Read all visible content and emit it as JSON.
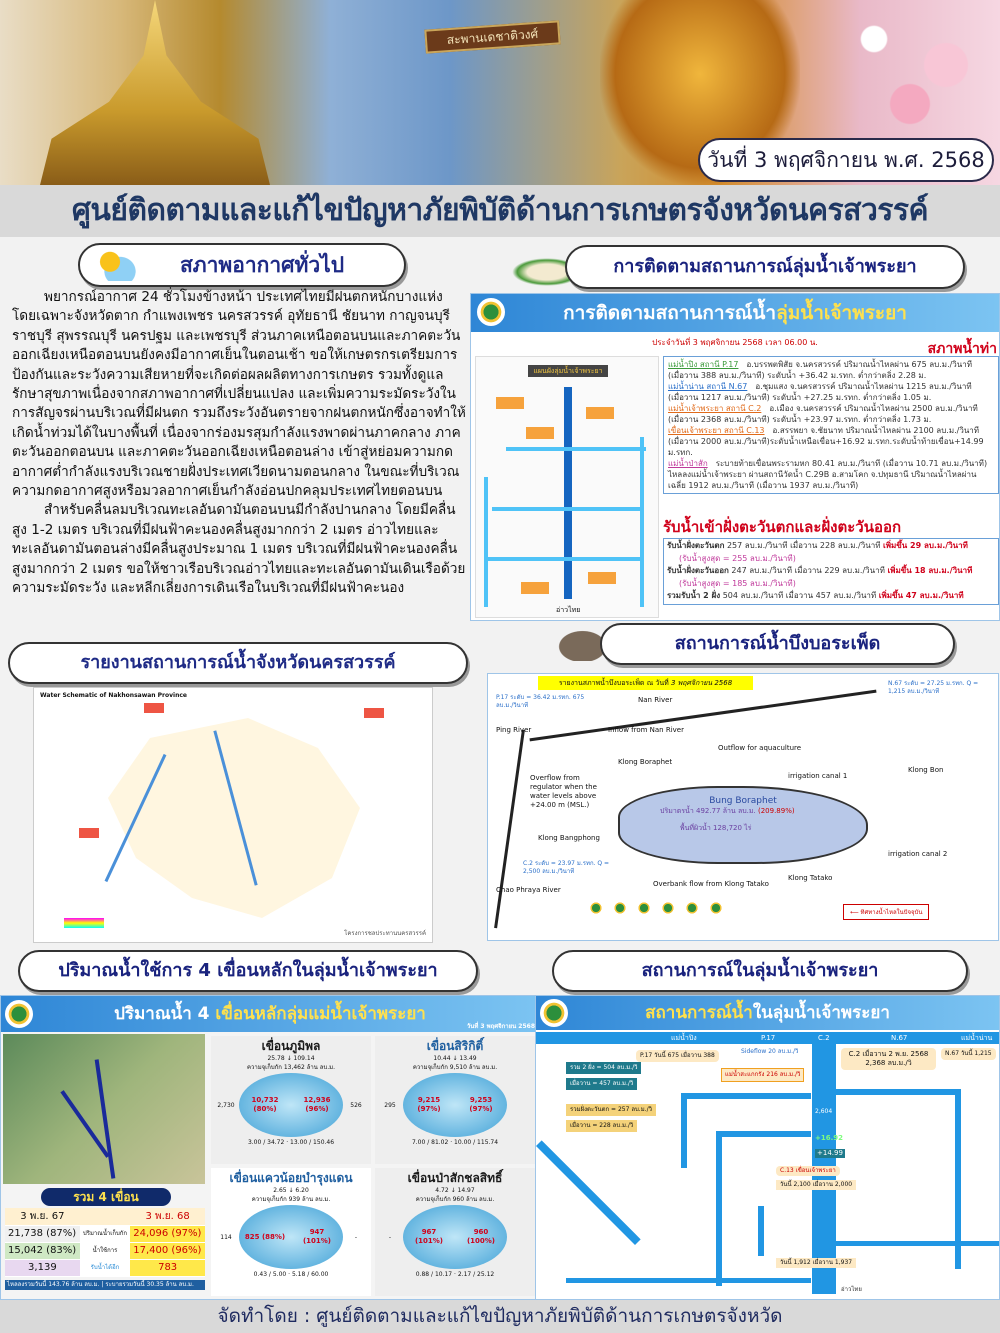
{
  "header": {
    "banner_sign": "สะพานเดชาติวงศ์",
    "date": "วันที่ 3 พฤศจิกายน พ.ศ. 2568",
    "title": "ศูนย์ติดตามและแก้ไขปัญหาภัยพิบัติด้านการเกษตรจังหวัดนครสวรรค์"
  },
  "weather": {
    "heading": "สภาพอากาศทั่วไป",
    "icon": "sun-cloud-icon",
    "paragraph1": "พยากรณ์อากาศ 24 ชั่วโมงข้างหน้า ประเทศไทยมีฝนตกหนักบางแห่ง โดยเฉพาะจังหวัดตาก กำแพงเพชร นครสวรรค์ อุทัยธานี ชัยนาท กาญจนบุรี ราชบุรี สุพรรณบุรี นครปฐม และเพชรบุรี ส่วนภาคเหนือตอนบนและภาคตะวันออกเฉียงเหนือตอนบนยังคงมีอากาศเย็นในตอนเช้า ขอให้เกษตรกรเตรียมการป้องกันและระวังความเสียหายที่จะเกิดต่อผลผลิตทางการเกษตร รวมทั้งดูแลรักษาสุขภาพเนื่องจากสภาพอากาศที่เปลี่ยนแปลง และเพิ่มความระมัดระวังในการสัญจรผ่านบริเวณที่มีฝนตก รวมถึงระวังอันตรายจากฝนตกหนักซึ่งอาจทำให้เกิดน้ำท่วมได้ในบางพื้นที่ เนื่องจากร่องมรสุมกำลังแรงพาดผ่านภาคกลาง ภาคตะวันออกตอนบน และภาคตะวันออกเฉียงเหนือตอนล่าง เข้าสู่หย่อมความกดอากาศต่ำกำลังแรงบริเวณชายฝั่งประเทศเวียดนามตอนกลาง ในขณะที่บริเวณความกดอากาศสูงหรือมวลอากาศเย็นกำลังอ่อนปกคลุมประเทศไทยตอนบน",
    "paragraph2": "สำหรับคลื่นลมบริเวณทะเลอันดามันตอนบนมีกำลังปานกลาง โดยมีคลื่นสูง 1-2 เมตร บริเวณที่มีฝนฟ้าคะนองคลื่นสูงมากกว่า 2 เมตร อ่าวไทยและทะเลอันดามันตอนล่างมีคลื่นสูงประมาณ 1 เมตร บริเวณที่มีฝนฟ้าคะนองคลื่นสูงมากกว่า 2 เมตร ขอให้ชาวเรือบริเวณอ่าวไทยและทะเลอันดามันเดินเรือด้วยความระมัดระวัง และหลีกเลี่ยงการเดินเรือในบริเวณที่มีฝนฟ้าคะนอง"
  },
  "chaophraya_monitor": {
    "heading": "การติดตามสถานการณ์ลุ่มน้ำเจ้าพระยา",
    "panel_title_a": "การติดตามสถานการณ์น้ำ",
    "panel_title_b": "ลุ่มน้ำเจ้าพระยา",
    "date": "ประจำวันที่ 3 พฤศจิกายน 2568 เวลา 06.00 น.",
    "diagram_title": "แผนผังลุ่มน้ำเจ้าพระยา",
    "diagram_bottom": "อ่าวไทย",
    "status_heading": "สภาพน้ำท่า",
    "stations": [
      {
        "name": "แม่น้ำปิง สถานี P.17",
        "line1": "อ.บรรพตพิสัย จ.นครสวรรค์ ปริมาณน้ำไหลผ่าน 675 ลบ.ม./วินาที",
        "line2": "(เมื่อวาน 388 ลบ.ม./วินาที) ระดับน้ำ +36.42 ม.รทก. ต่ำกว่าตลิ่ง 2.28 ม.",
        "color": "#3a9a3a"
      },
      {
        "name": "แม่น้ำน่าน สถานี N.67",
        "line1": "อ.ชุมแสง จ.นครสวรรค์ ปริมาณน้ำไหลผ่าน 1215 ลบ.ม./วินาที",
        "line2": "(เมื่อวาน 1217 ลบ.ม./วินาที) ระดับน้ำ +27.25 ม.รทก. ต่ำกว่าตลิ่ง 1.05 ม.",
        "color": "#2a6fc9"
      },
      {
        "name": "แม่น้ำเจ้าพระยา สถานี C.2",
        "line1": "อ.เมือง จ.นครสวรรค์ ปริมาณน้ำไหลผ่าน 2500 ลบ.ม./วินาที",
        "line2": "(เมื่อวาน 2368 ลบ.ม./วินาที) ระดับน้ำ +23.97 ม.รทก. ต่ำกว่าตลิ่ง 1.73 ม.",
        "color": "#e06a1a"
      },
      {
        "name": "เขื่อนเจ้าพระยา สถานี C.13",
        "line1": "อ.สรรพยา จ.ชัยนาท ปริมาณน้ำไหลผ่าน 2100 ลบ.ม./วินาที",
        "line2": "(เมื่อวาน 2000 ลบ.ม./วินาที)ระดับน้ำเหนือเขื่อน+16.92 ม.รทก.ระดับน้ำท้ายเขื่อน+14.99 ม.รทก.",
        "color": "#e06a1a"
      },
      {
        "name": "แม่น้ำป่าสัก",
        "line1": "ระบายท้ายเขื่อนพระรามหก 80.41 ลบ.ม./วินาที (เมื่อวาน 10.71 ลบ.ม./วินาที)",
        "line2": "ไหลลงแม่น้ำเจ้าพระยา ผ่านสถานีวัดน้ำ C.29B อ.สามโคก จ.ปทุมธานี ปริมาณน้ำไหลผ่านเฉลี่ย 1912 ลบ.ม./วินาที (เมื่อวาน 1937 ลบ.ม./วินาที)",
        "color": "#c0399b"
      }
    ],
    "intake_heading": "รับน้ำเข้าฝั่งตะวันตกและฝั่งตะวันออก",
    "intake": [
      {
        "label": "รับน้ำฝั่งตะวันตก",
        "value": "257 ลบ.ม./วินาที เมื่อวาน 228 ลบ.ม./วินาที",
        "change": "เพิ่มขึ้น 29 ลบ.ม./วินาที",
        "max": "(รับน้ำสูงสุด = 255 ลบ.ม./วินาที)"
      },
      {
        "label": "รับน้ำฝั่งตะวันออก",
        "value": "247 ลบ.ม./วินาที เมื่อวาน 229 ลบ.ม./วินาที",
        "change": "เพิ่มขึ้น 18 ลบ.ม./วินาที",
        "max": "(รับน้ำสูงสุด = 185 ลบ.ม./วินาที)"
      },
      {
        "label": "รวมรับน้ำ 2 ฝั่ง",
        "value": "504 ลบ.ม./วินาที เมื่อวาน 457 ลบ.ม./วินาที",
        "change": "เพิ่มขึ้น 47 ลบ.ม./วินาที",
        "max": ""
      }
    ]
  },
  "nakhonsawan": {
    "heading": "รายงานสถานการณ์น้ำจังหวัดนครสวรรค์",
    "map_title": "Water Schematic of Nakhonsawan Province",
    "footer": "โครงการชลประทานนครสวรรค์"
  },
  "borapet": {
    "heading": "สถานการณ์น้ำบึงบอระเพ็ด",
    "report_title": "รายงานสภาพน้ำบึงบอระเพ็ด ณ วันที่",
    "report_date": "3 พฤศจิกายน 2568",
    "lake": "Bung Boraphet",
    "volume": "ปริมาตรน้ำ 492.77 ล้าน ลบ.ม.",
    "percent": "(209.89%)",
    "area": "พื้นที่ผิวน้ำ 128,720 ไร่",
    "p17": "P.17 ระดับ = 36.42 ม.รทก. 675 ลบ.ม./วินาที",
    "n67": "N.67 ระดับ = 27.25 ม.รทก. Q = 1,215 ลบ.ม./วินาที",
    "c2": "C.2 ระดับ = 23.97 ม.รทก. Q = 2,500 ลบ.ม./วินาที",
    "labels": [
      "Ping River",
      "Nan River",
      "Inflow from Nan River",
      "Klong Boraphet",
      "Outflow for aquaculture",
      "Overflow from regulator when the water levels above +24.00 m (MSL.)",
      "Klong Bangphong",
      "irrigation canal 1",
      "irrigation canal 2",
      "Klong Tatako",
      "Klong Bon",
      "Chao Phraya River",
      "Overbank flow from Klong Tatako"
    ],
    "legend": "ทิศทางน้ำไหลในปัจจุบัน"
  },
  "dams": {
    "heading": "ปริมาณน้ำใช้การ 4 เขื่อนหลักในลุ่มน้ำเจ้าพระยา",
    "panel_title_a": "ปริมาณน้ำ 4 ",
    "panel_title_b": "เขื่อนหลักลุ่มแม่น้ำเจ้าพระยา",
    "date": "วันที่ 3 พฤศจิกายน 2568",
    "list": [
      {
        "name": "เขื่อนภูมิพล",
        "inflow67": "25.78",
        "inflow68": "109.14",
        "capacity": "ความจุเก็บกัก 13,462 ล้าน ลบ.ม.",
        "store67": "10,732 (80%)",
        "store68": "12,936 (96%)",
        "more67": "2,730",
        "more68": "526",
        "release67": "3.00 / 34.72",
        "release68": "13.00 / 150.46"
      },
      {
        "name": "เขื่อนสิริกิติ์",
        "inflow67": "10.44",
        "inflow68": "13.49",
        "capacity": "ความจุเก็บกัก 9,510 ล้าน ลบ.ม.",
        "store67": "9,215 (97%)",
        "store68": "9,253 (97%)",
        "more67": "295",
        "more68": "",
        "release67": "7.00 / 81.02",
        "release68": "10.00 / 115.74"
      },
      {
        "name": "เขื่อนแควน้อยบำรุงแดน",
        "inflow67": "2.65",
        "inflow68": "6.20",
        "capacity": "ความจุเก็บกัก 939 ล้าน ลบ.ม.",
        "store67": "825 (88%)",
        "store68": "947 (101%)",
        "more67": "114",
        "more68": "-",
        "release67": "0.43 / 5.00",
        "release68": "5.18 / 60.00"
      },
      {
        "name": "เขื่อนป่าสักชลสิทธิ์",
        "inflow67": "4.72",
        "inflow68": "14.97",
        "capacity": "ความจุเก็บกัก 960 ล้าน ลบ.ม.",
        "store67": "967 (101%)",
        "store68": "960 (100%)",
        "more67": "-",
        "more68": "",
        "release67": "0.88 / 10.17",
        "release68": "2.17 / 25.12"
      }
    ],
    "total": {
      "title": "รวม 4 เขื่อน",
      "col67": "3 พ.ย. 67",
      "col68": "3 พ.ย. 68",
      "rows": [
        {
          "label": "ปริมาณน้ำเก็บกัก",
          "v67": "21,738 (87%)",
          "v68": "24,096 (97%)"
        },
        {
          "label": "น้ำใช้การ",
          "v67": "15,042 (83%)",
          "v68": "17,400 (96%)"
        },
        {
          "label": "รับน้ำได้อีก",
          "v67": "3,139",
          "v68": "783"
        }
      ],
      "inflow": "ไหลลงรวมวันนี้ 143.76 ล้าน ลบ.ม.",
      "release": "ระบายรวมวันนี้ 30.35 ล้าน ลบ.ม."
    }
  },
  "basin": {
    "heading": "สถานการณ์ในลุ่มน้ำเจ้าพระยา",
    "panel_title_a": "สถานการณ์น้ำ",
    "panel_title_b": "ในลุ่มน้ำเจ้าพระยา",
    "ping": "แม่น้ำปิง",
    "nan": "แม่น้ำน่าน",
    "p17": "P.17",
    "c2": "C.2",
    "n67": "N.67",
    "p17_box": "P.17 วันนี้ 675 เมื่อวาน 388",
    "c2_box": "C.2 เมื่อวาน 2 พ.ย. 2568 2,368 ลบ.ม./วิ",
    "n67_box": "N.67 วันนี้ 1,215",
    "sideflow": "Sideflow 20 ลบ.ม./วิ",
    "sakaekrang": "แม่น้ำสะแกกรัง 216 ลบ.ม./วิ",
    "west_total": "รวม 2 ฝั่ง = 504 ลบ.ม./วิ",
    "yesterday": "เมื่อวาน = 457 ลบ.ม./วิ",
    "west": "รวมฝั่งตะวันตก = 257 ลบ.ม./วิ",
    "west_y": "เมื่อวาน = 228 ลบ.ม./วิ",
    "upper": "+16.92",
    "lower": "+14.99",
    "c13": "C.13 เขื่อนเจ้าพระยา",
    "c13_today": "วันนี้ 2,100 เมื่อวาน 2,000",
    "c29": "วันนี้ 1,912 เมื่อวาน 1,937",
    "flow_2604": "2,604",
    "gulf": "อ่าวไทย"
  },
  "footer": {
    "text": "จัดทำโดย : ศูนย์ติดตามและแก้ไขปัญหาภัยพิบัติด้านการเกษตรจังหวัด"
  }
}
